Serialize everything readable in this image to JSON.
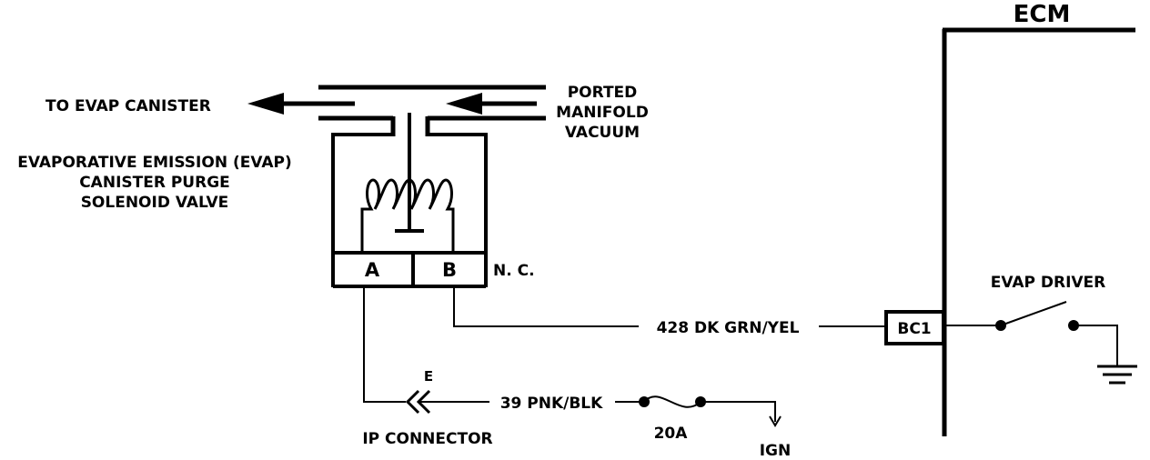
{
  "labels": {
    "ecm": "ECM",
    "to_evap_canister": "TO EVAP CANISTER",
    "ported_line1": "PORTED",
    "ported_line2": "MANIFOLD",
    "ported_line3": "VACUUM",
    "solenoid_line1": "EVAPORATIVE EMISSION (EVAP)",
    "solenoid_line2": "CANISTER PURGE",
    "solenoid_line3": "SOLENOID VALVE",
    "terminal_a": "A",
    "terminal_b": "B",
    "nc": "N. C.",
    "evap_driver": "EVAP DRIVER",
    "wire_428": "428  DK GRN/YEL",
    "bc1": "BC1",
    "connector_e": "E",
    "wire_39": "39  PNK/BLK",
    "ip_connector": "IP CONNECTOR",
    "fuse": "20A",
    "ign": "IGN"
  }
}
